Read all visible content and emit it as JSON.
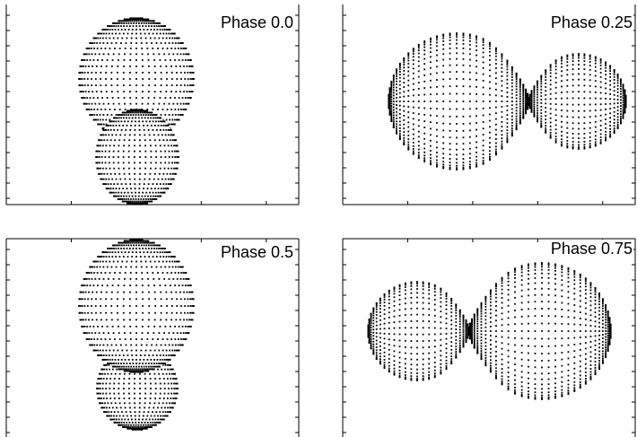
{
  "panels": [
    {
      "label": "Phase 0.0",
      "stars": [
        {
          "role": "primary",
          "dot_density": "fine",
          "rim": "dense-top"
        },
        {
          "role": "secondary",
          "dot_density": "fine",
          "rim": "dense-top",
          "in_front": true
        }
      ]
    },
    {
      "label": "Phase 0.25",
      "stars": [
        {
          "role": "primary",
          "dot_density": "fine",
          "rim": "dense-left-bottom",
          "neck": "right"
        },
        {
          "role": "secondary",
          "dot_density": "fine",
          "rim": "dense-left",
          "neck": "left"
        }
      ]
    },
    {
      "label": "Phase 0.5",
      "stars": [
        {
          "role": "secondary",
          "dot_density": "fine",
          "rim": "dense-bottom"
        },
        {
          "role": "primary",
          "dot_density": "fine",
          "rim": "dense-top",
          "in_front": true
        }
      ]
    },
    {
      "label": "Phase 0.75",
      "stars": [
        {
          "role": "secondary",
          "dot_density": "fine",
          "rim": "dense-right",
          "neck": "right"
        },
        {
          "role": "primary",
          "dot_density": "fine",
          "rim": "dense-top-bottom",
          "neck": "left"
        }
      ]
    }
  ],
  "colors": {
    "dots": "#000000",
    "frame": "#000000",
    "background": "#ffffff"
  }
}
